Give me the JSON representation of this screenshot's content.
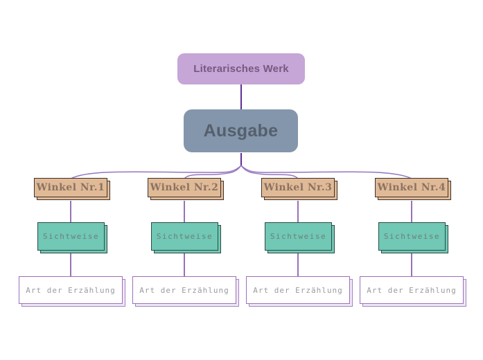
{
  "diagram": {
    "root": {
      "label": "Literarisches Werk"
    },
    "edition": {
      "label": "Ausgabe"
    },
    "columns": [
      {
        "winkel": "Winkel Nr.1",
        "sichtweise": "Sichtweise",
        "art": "Art der Erzählung"
      },
      {
        "winkel": "Winkel Nr.2",
        "sichtweise": "Sichtweise",
        "art": "Art der Erzählung"
      },
      {
        "winkel": "Winkel Nr.3",
        "sichtweise": "Sichtweise",
        "art": "Art der Erzählung"
      },
      {
        "winkel": "Winkel Nr.4",
        "sichtweise": "Sichtweise",
        "art": "Art der Erzählung"
      }
    ],
    "colors": {
      "background": "#ffffff",
      "root_bg": "#c6a5d7",
      "root_text": "#76597f",
      "edition_bg": "#8496ab",
      "edition_text": "#555f6d",
      "winkel_bg": "#e0ba97",
      "winkel_border": "#3e3128",
      "winkel_text": "#8b7261",
      "sichtweise_bg": "#70c8b5",
      "sichtweise_border": "#2e4b44",
      "sichtweise_text": "#6e807b",
      "art_bg": "#ffffff",
      "art_border": "#9a70b6",
      "art_text": "#9b9ba0",
      "connector_dark": "#5f2d93",
      "connector_light": "#9576bd"
    }
  }
}
